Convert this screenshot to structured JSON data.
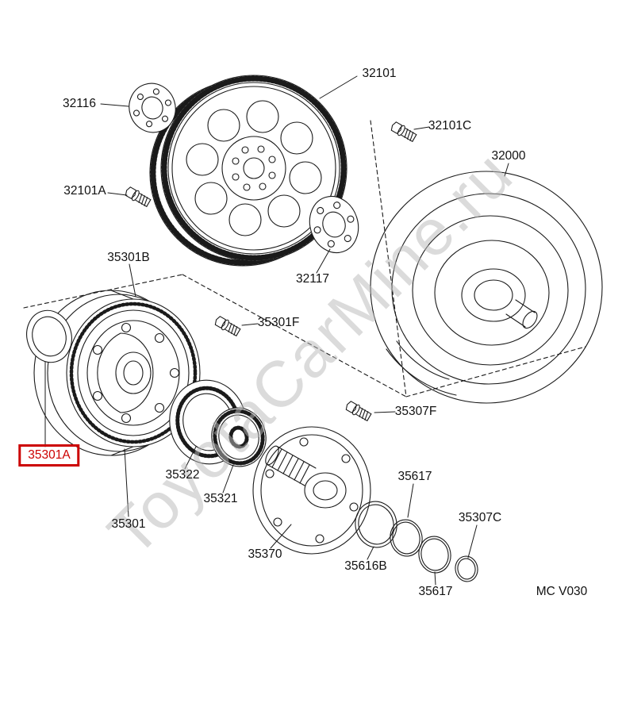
{
  "page": {
    "background": "#ffffff",
    "watermark_text": "ToyotaCarMine.ru",
    "diagram_code": "MC V030",
    "line_color": "#1a1a1a",
    "highlight_color": "#cc0000"
  },
  "labels": [
    {
      "id": "32116",
      "text": "32116",
      "highlighted": false
    },
    {
      "id": "32101",
      "text": "32101",
      "highlighted": false
    },
    {
      "id": "32101C",
      "text": "32101C",
      "highlighted": false
    },
    {
      "id": "32000",
      "text": "32000",
      "highlighted": false
    },
    {
      "id": "32101A",
      "text": "32101A",
      "highlighted": false
    },
    {
      "id": "35301B",
      "text": "35301B",
      "highlighted": false
    },
    {
      "id": "32117",
      "text": "32117",
      "highlighted": false
    },
    {
      "id": "35301F",
      "text": "35301F",
      "highlighted": false
    },
    {
      "id": "35307F",
      "text": "35307F",
      "highlighted": false
    },
    {
      "id": "35301A",
      "text": "35301A",
      "highlighted": true
    },
    {
      "id": "35322",
      "text": "35322",
      "highlighted": false
    },
    {
      "id": "35321",
      "text": "35321",
      "highlighted": false
    },
    {
      "id": "35301",
      "text": "35301",
      "highlighted": false
    },
    {
      "id": "35370",
      "text": "35370",
      "highlighted": false
    },
    {
      "id": "35617-upper",
      "text": "35617",
      "highlighted": false
    },
    {
      "id": "35616B",
      "text": "35616B",
      "highlighted": false
    },
    {
      "id": "35307C",
      "text": "35307C",
      "highlighted": false
    },
    {
      "id": "35617-lower",
      "text": "35617",
      "highlighted": false
    }
  ]
}
